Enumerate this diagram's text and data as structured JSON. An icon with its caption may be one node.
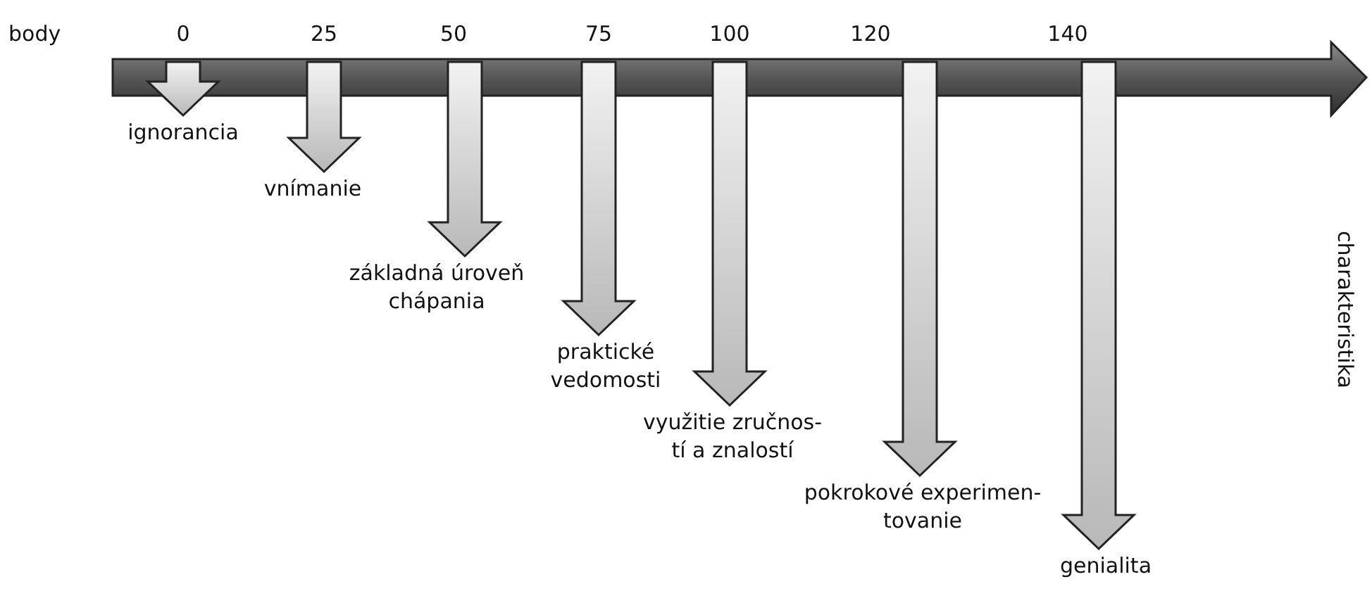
{
  "diagram": {
    "nodes": [
      {
        "text": [
          "ignorancia"
        ]
      },
      {
        "text": [
          "vnímanie"
        ]
      },
      {
        "text": [
          "základná úroveň chápania"
        ]
      },
      {
        "text": [
          "praktické vedomosti"
        ]
      },
      {
        "text": [
          "využitie zručnos- tí a znalostí"
        ]
      },
      {
        "text": [
          "pokrokové experimen- tovanie"
        ]
      },
      {
        "text": [
          "genialita"
        ]
      }
    ],
    "edges": [
      {
        "from": null,
        "to": 0,
        "arrow": "to"
      },
      {
        "from": null,
        "to": 1,
        "arrow": "to"
      },
      {
        "from": null,
        "to": 2,
        "arrow": "to"
      },
      {
        "from": null,
        "to": 3,
        "arrow": "to"
      },
      {
        "from": null,
        "to": 4,
        "arrow": "to"
      },
      {
        "from": null,
        "to": 5,
        "arrow": "to"
      },
      {
        "from": null,
        "to": 6,
        "arrow": "to"
      }
    ],
    "labels": [
      "body",
      "0",
      "25",
      "50",
      "75",
      "100",
      "120",
      "140",
      "charakteristika"
    ]
  }
}
